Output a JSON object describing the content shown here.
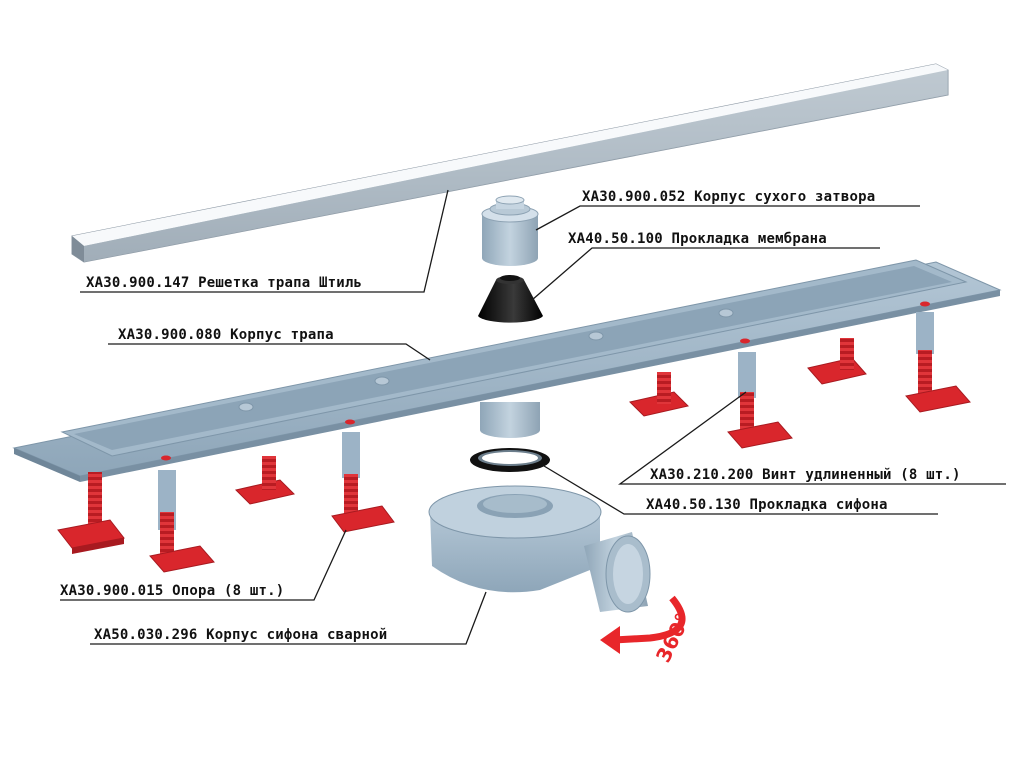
{
  "labels": {
    "grate": "ХА30.900.147 Решетка трапа Штиль",
    "dry_seal": "ХА30.900.052 Корпус сухого затвора",
    "membrane": "ХА40.50.100 Прокладка мембрана",
    "body": "ХА30.900.080 Корпус трапа",
    "screw": "ХА30.210.200 Винт удлиненный (8 шт.)",
    "gasket": "ХА40.50.130 Прокладка сифона",
    "support": "ХА30.900.015 Опора (8 шт.)",
    "siphon": "ХА50.030.296 Корпус сифона сварной"
  },
  "rotation_label": "360°",
  "colors": {
    "support_red": "#d9262c",
    "body_blue": "#9cb3c6",
    "grate_silver": "#c9d3dc",
    "membrane_black": "#111111",
    "arrow_red": "#e8262a"
  },
  "legs": [
    {
      "name": "leg-1"
    },
    {
      "name": "leg-2"
    },
    {
      "name": "leg-3"
    },
    {
      "name": "leg-4"
    },
    {
      "name": "leg-5"
    },
    {
      "name": "leg-6"
    },
    {
      "name": "leg-7"
    },
    {
      "name": "leg-8"
    }
  ]
}
